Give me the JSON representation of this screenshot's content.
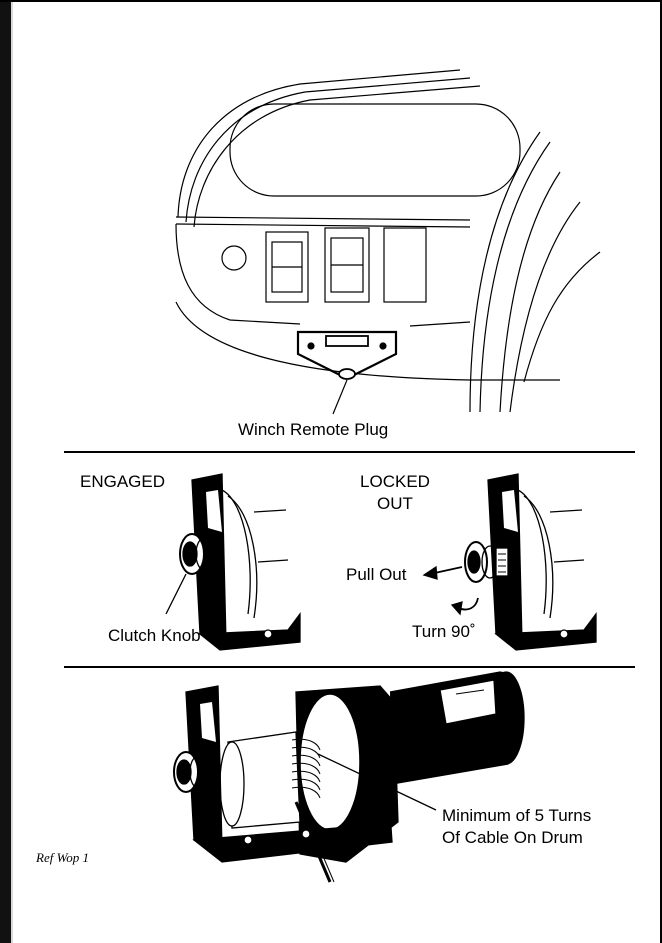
{
  "figure1": {
    "caption": "Winch Remote Plug"
  },
  "figure2": {
    "engaged_label": "ENGAGED",
    "clutch_knob_label": "Clutch Knob",
    "locked_line1": "LOCKED",
    "locked_line2": "OUT",
    "pull_out_label": "Pull Out",
    "turn_label": "Turn 90˚"
  },
  "figure3": {
    "min_turns_line1": "Minimum of 5 Turns",
    "min_turns_line2": "Of Cable On Drum"
  },
  "reference": "Ref Wop 1"
}
